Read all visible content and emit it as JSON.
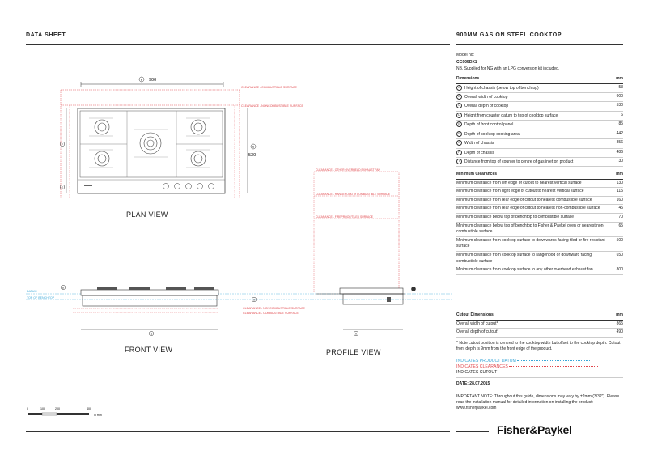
{
  "header": {
    "left_title": "DATA SHEET",
    "right_title": "900MM GAS ON STEEL COOKTOP"
  },
  "model": {
    "label": "Model no:",
    "number": "CG905DX1",
    "note": "NB. Supplied for NG with an LPG conversion kit included."
  },
  "dimensions_table": {
    "header": "Dimensions",
    "unit": "mm",
    "rows": [
      {
        "id": "A",
        "label": "Height of chassis (below top of benchtop)",
        "value": "53"
      },
      {
        "id": "B",
        "label": "Overall width of cooktop",
        "value": "900"
      },
      {
        "id": "C",
        "label": "Overall depth of cooktop",
        "value": "530"
      },
      {
        "id": "D",
        "label": "Height from counter datum to top of cooktop surface",
        "value": "6"
      },
      {
        "id": "E",
        "label": "Depth of front control panel",
        "value": "85"
      },
      {
        "id": "F",
        "label": "Depth of cooktop cooking area",
        "value": "442"
      },
      {
        "id": "G",
        "label": "Width of chassis",
        "value": "856"
      },
      {
        "id": "H",
        "label": "Depth of chassis",
        "value": "486"
      },
      {
        "id": "I",
        "label": "Distance from top of counter to centre of gas inlet on product",
        "value": "30"
      }
    ]
  },
  "clearances_table": {
    "header": "Minimum Clearances",
    "unit": "mm",
    "rows": [
      {
        "label": "Minimum clearance from left edge of cutout to nearest vertical surface",
        "value": "130"
      },
      {
        "label": "Minimum clearance from right edge of cutout to nearest vertical surface",
        "value": "115"
      },
      {
        "label": "Minimum clearance from rear edge of cutout to nearest combustible surface",
        "value": "160"
      },
      {
        "label": "Minimum clearance from rear edge of cutout to nearest non-combustible surface",
        "value": "45"
      },
      {
        "label": "Minimum clearance below top of benchtop to combustible surface",
        "value": "70"
      },
      {
        "label": "Minimum clearance below top of benchtop to Fisher & Paykel oven or nearest non-combustible surface",
        "value": "65"
      },
      {
        "label": "Minimum clearance from cooktop surface to downwards-facing tiled or fire resistant surface",
        "value": "500"
      },
      {
        "label": "Minimum clearance from cooktop surface to rangehood or downward facing combustible surface",
        "value": "650"
      },
      {
        "label": "Minimum clearance from cooktop surface to any other overhead exhaust fan",
        "value": "800"
      }
    ]
  },
  "cutout_table": {
    "header": "Cutout Dimensions",
    "unit": "mm",
    "rows": [
      {
        "label": "Overall width of cutout*",
        "value": "865"
      },
      {
        "label": "Overall depth of cutout*",
        "value": "490"
      }
    ]
  },
  "cutout_note": "* Note cutout position is centred to the cooktop width but offset to the cooktop depth. Cutout front depth is 9mm from the front edge of the product.",
  "legend": {
    "datum": "INDICATES PRODUCT DATUM",
    "clearances": "INDICATES CLEARANCES",
    "cutout": "INDICATES CUTOUT",
    "datum_color": "#3aa7d8",
    "clearances_color": "#e0474c",
    "cutout_color": "#333333"
  },
  "date": "DATE: 28.07.2015",
  "important_note": "IMPORTANT NOTE: Throughout this guide, dimensions may vary by ±2mm (3/32\"). Please read the installation manual for detailed information on installing the product: www.fisherpaykel.com",
  "brand": "Fisher&Paykel",
  "views": {
    "plan": "PLAN VIEW",
    "front": "FRONT VIEW",
    "profile": "PROFILE VIEW"
  },
  "drawing_labels": {
    "width_value": "900",
    "depth_value": "530",
    "clear_combustible": "CLEARANCE - COMBUSTIBLE SURFACE",
    "clear_noncombustible": "CLEARANCE - NONCOMBUSTIBLE SURFACE",
    "clear_overhead": "CLEARANCE - OTHER OVERHEAD EXHAUST FAN",
    "clear_rangehood": "CLEARANCE - RANGEHOOD or COMBUSTIBLE SURFACE",
    "clear_fireproof": "CLEARANCE - FIREPROOF/TILED SURFACE",
    "datum": "DATUM",
    "top_of_benchtop": "TOP OF BENCHTOP",
    "front_clear_noncomb": "CLEARANCE - NONCOMBUSTIBLE SURFACE",
    "front_clear_comb": "CLEARANCE - COMBUSTIBLE SURFACE"
  },
  "scale_bar": {
    "ticks": [
      "0",
      "100",
      "200",
      "400"
    ],
    "unit": "in mm"
  }
}
